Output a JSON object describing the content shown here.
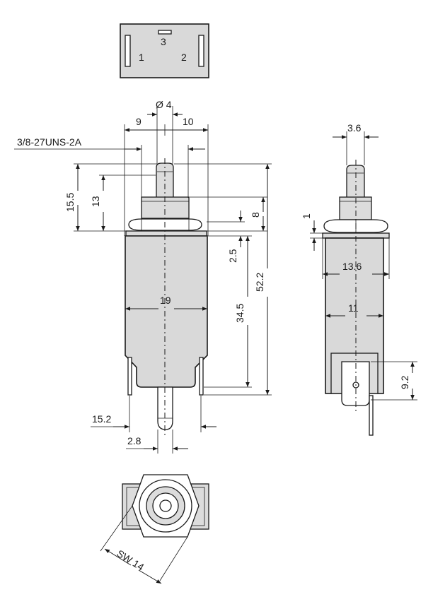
{
  "top_view": {
    "pin_3": "3",
    "pin_1": "1",
    "pin_2": "2"
  },
  "front_view": {
    "dia": "Ø 4",
    "w_left": "9",
    "w_right": "10",
    "thread": "3/8-27UNS-2A",
    "h_15_5": "15.5",
    "h_13": "13",
    "h_8": "8",
    "h_2_5": "2.5",
    "h_52_2": "52.2",
    "h_34_5": "34.5",
    "w_19": "19",
    "w_15_2": "15.2",
    "w_2_8": "2.8"
  },
  "side_view": {
    "w_3_6": "3.6",
    "h_1": "1",
    "w_13_6": "13.6",
    "w_11": "11",
    "h_9_2": "9.2"
  },
  "bottom_view": {
    "sw": "SW 14"
  }
}
